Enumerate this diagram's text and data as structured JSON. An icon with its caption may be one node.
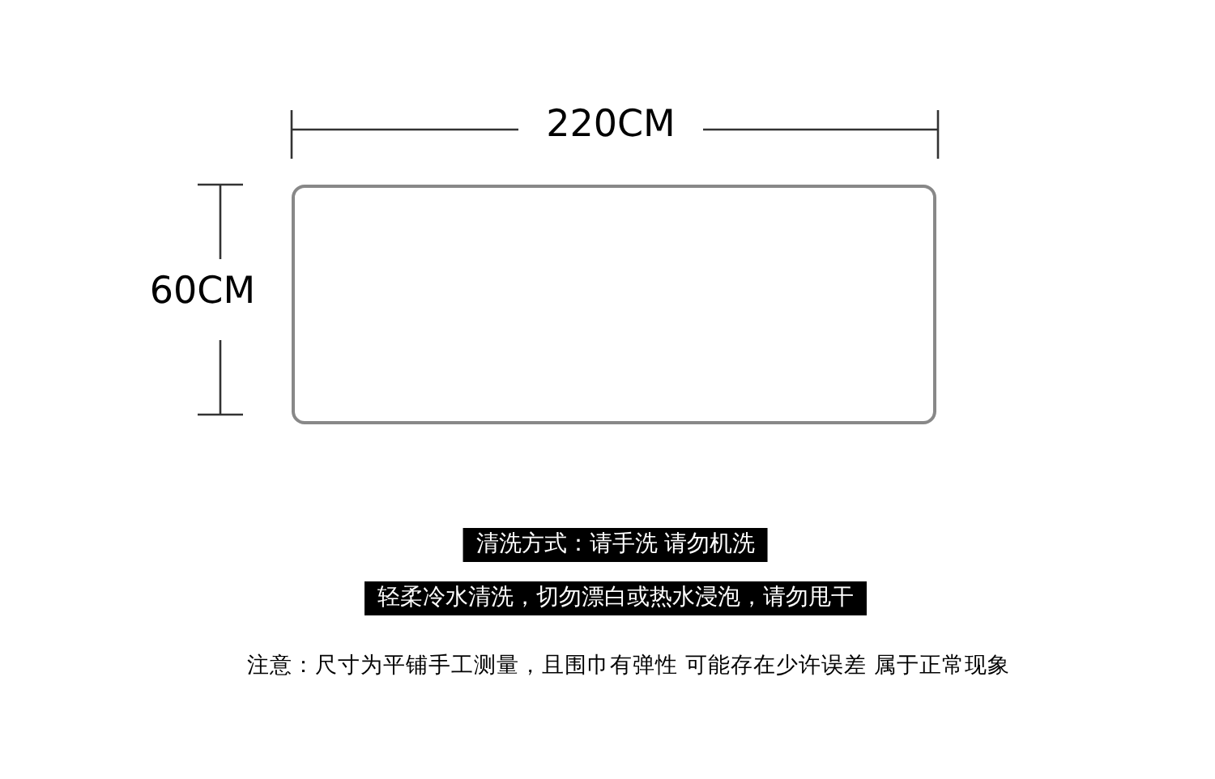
{
  "diagram": {
    "nodes": [
      {
        "text": [],
        "shape": "box"
      },
      {
        "text": [
          "清洗方式：请手洗 请勿机洗"
        ]
      },
      {
        "text": [
          "轻柔冷水清洗，切勿漂白或热水浸泡，请勿甩干"
        ]
      }
    ],
    "labels": [
      "220CM",
      "60CM",
      "注意：尺寸为平铺手工测量，且围巾有弹性 可能存在少许误差 属于正常现象"
    ]
  }
}
